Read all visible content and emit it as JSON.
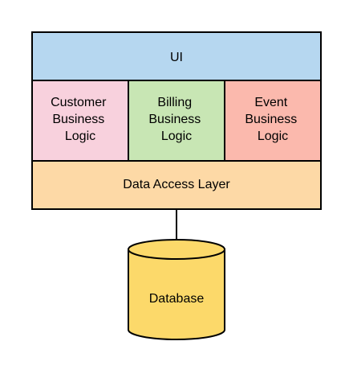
{
  "diagram": {
    "layers": {
      "ui": {
        "label": "UI",
        "color": "#b6d7f0"
      },
      "modules": [
        {
          "lines": [
            "Customer",
            "Business",
            "Logic"
          ],
          "color": "#f8d1dd"
        },
        {
          "lines": [
            "Billing",
            "Business",
            "Logic"
          ],
          "color": "#c8e6b4"
        },
        {
          "lines": [
            "Event",
            "Business",
            "Logic"
          ],
          "color": "#fbb9ad"
        }
      ],
      "data_access": {
        "label": "Data Access Layer",
        "color": "#fdd9a6"
      }
    },
    "database": {
      "label": "Database",
      "color": "#fcd96a"
    },
    "stroke_color": "#000000"
  }
}
